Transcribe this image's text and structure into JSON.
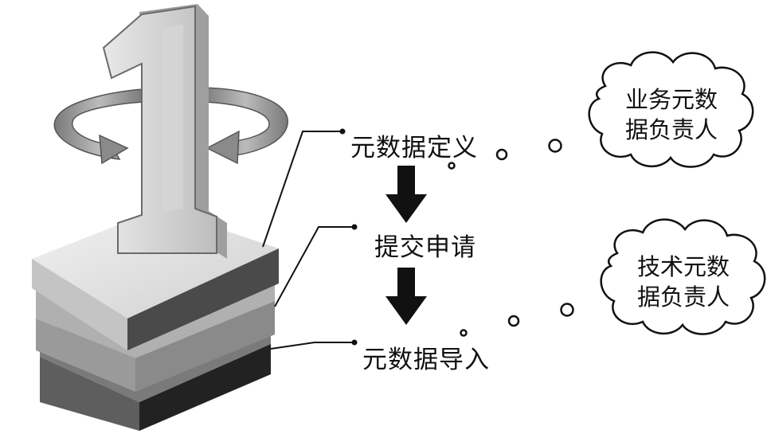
{
  "steps": [
    {
      "label": "元数据定义"
    },
    {
      "label": "提交申请"
    },
    {
      "label": "元数据导入"
    }
  ],
  "roles": [
    {
      "line1": "业务元数",
      "line2": "据负责人"
    },
    {
      "line1": "技术元数",
      "line2": "据负责人"
    }
  ],
  "numeral": "1",
  "colors": {
    "layer_top": "#c9c9c9",
    "layer_mid": "#a9a9a9",
    "layer_bottom": "#555555",
    "arrow": "#111111"
  }
}
